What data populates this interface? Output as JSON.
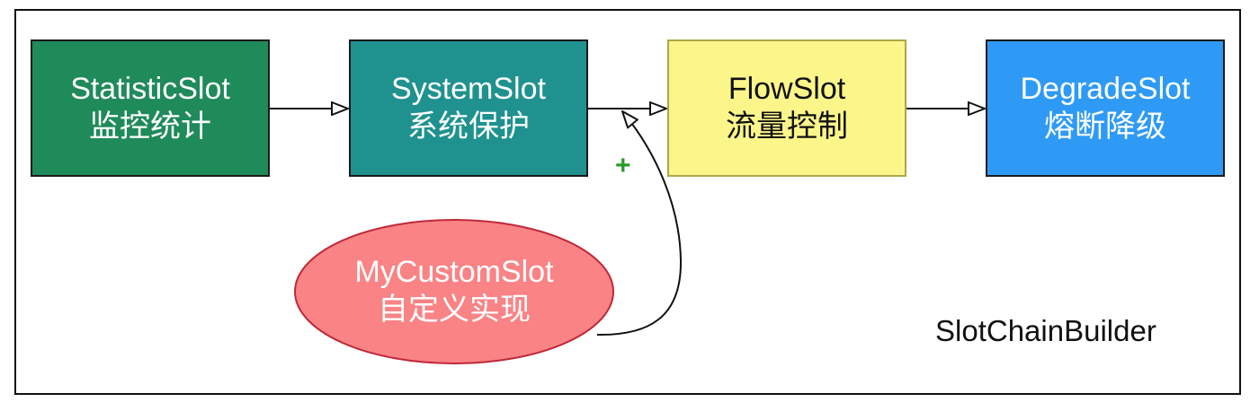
{
  "diagram": {
    "container_label": "SlotChainBuilder",
    "slots": [
      {
        "id": "statistic",
        "name": "StatisticSlot",
        "desc": "监控统计",
        "fill": "#1f8a5a",
        "text_color": "#ffffff"
      },
      {
        "id": "system",
        "name": "SystemSlot",
        "desc": "系统保护",
        "fill": "#1f928f",
        "text_color": "#ffffff"
      },
      {
        "id": "flow",
        "name": "FlowSlot",
        "desc": "流量控制",
        "fill": "#fcf68a",
        "text_color": "#111111"
      },
      {
        "id": "degrade",
        "name": "DegradeSlot",
        "desc": "熔断降级",
        "fill": "#2e9af5",
        "text_color": "#ffffff"
      }
    ],
    "custom_slot": {
      "name": "MyCustomSlot",
      "desc": "自定义实现",
      "fill": "#f98385",
      "stroke": "#c0283a"
    },
    "insert_marker": {
      "symbol": "+",
      "color": "#2a9a2a"
    },
    "edges": [
      {
        "from": "statistic",
        "to": "system"
      },
      {
        "from": "system",
        "to": "flow"
      },
      {
        "from": "flow",
        "to": "degrade"
      },
      {
        "from": "custom",
        "to": "system-flow-edge"
      }
    ]
  }
}
